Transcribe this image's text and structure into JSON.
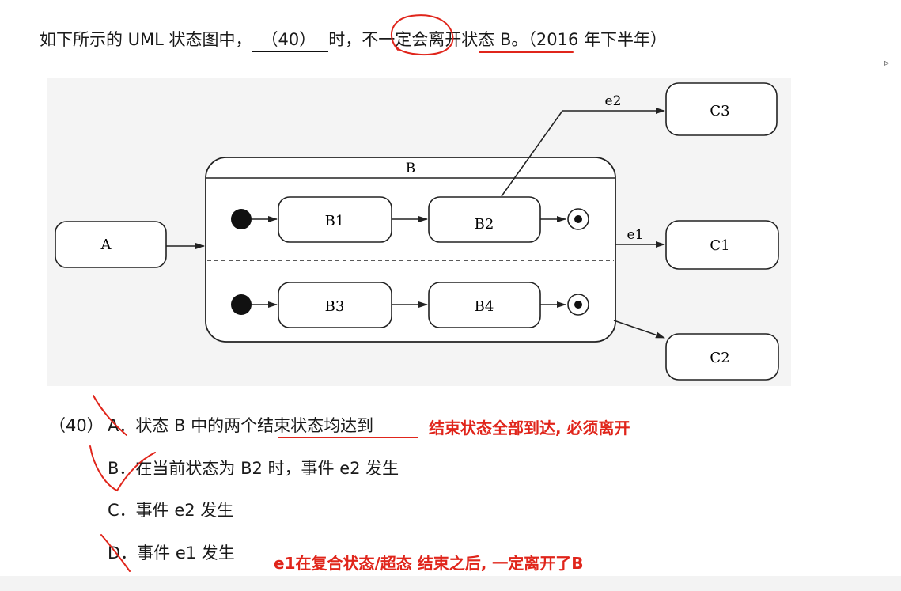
{
  "question": {
    "prefix": "如下所示的 UML 状态图中，",
    "blank": "（40）",
    "suffix": "时，不一定会离开状态 B。（2016 年下半年）"
  },
  "diagram": {
    "states": {
      "a": "A",
      "b": "B",
      "b1": "B1",
      "b2": "B2",
      "b3": "B3",
      "b4": "B4",
      "c1": "C1",
      "c2": "C2",
      "c3": "C3"
    },
    "events": {
      "e1": "e1",
      "e2": "e2"
    }
  },
  "answers": {
    "number": "（40）",
    "options": [
      {
        "letter": "A．",
        "text": "状态 B 中的两个结束状态均达到"
      },
      {
        "letter": "B．",
        "text": "在当前状态为 B2 时，事件 e2 发生"
      },
      {
        "letter": "C．",
        "text": "事件 e2 发生"
      },
      {
        "letter": "D．",
        "text": "事件 e1 发生"
      }
    ]
  },
  "annotations": {
    "note_a": "结束状态全部到达, 必须离开",
    "note_d": "e1在复合状态/超态 结束之后, 一定离开了B",
    "ink_color": "#e0251b"
  }
}
